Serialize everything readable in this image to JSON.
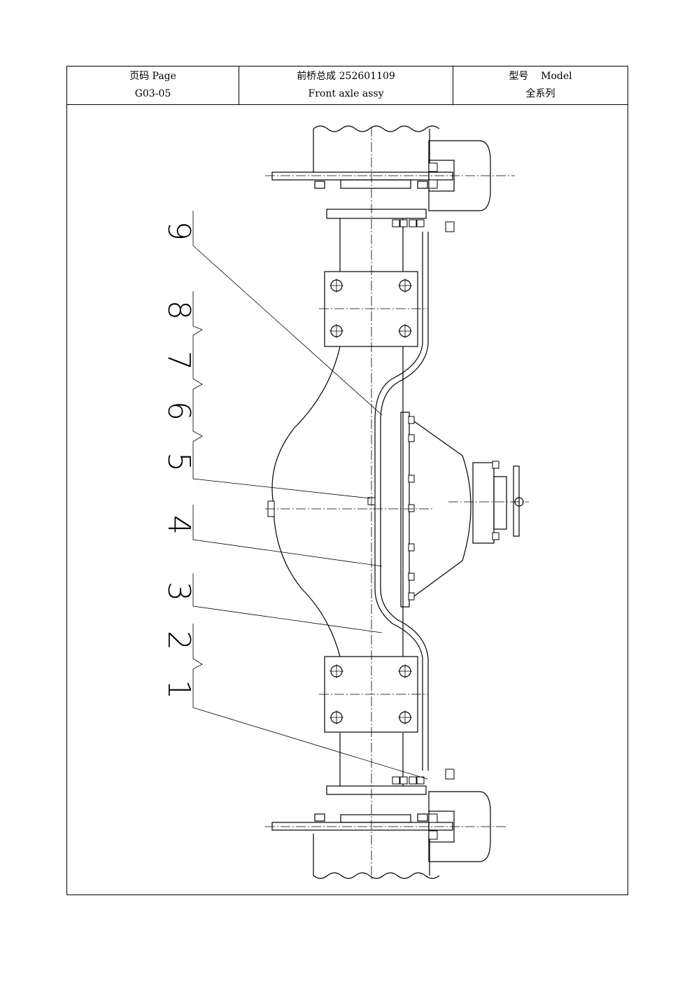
{
  "header": {
    "page_label": "页码 Page",
    "page_number": "G03-05",
    "title_cn": "前桥总成 252601109",
    "title_en": "Front axle assy",
    "model_label": "型号    Model",
    "model_value": "全系列"
  },
  "callouts": [
    "1",
    "2",
    "3",
    "4",
    "5",
    "6",
    "7",
    "8",
    "9"
  ]
}
